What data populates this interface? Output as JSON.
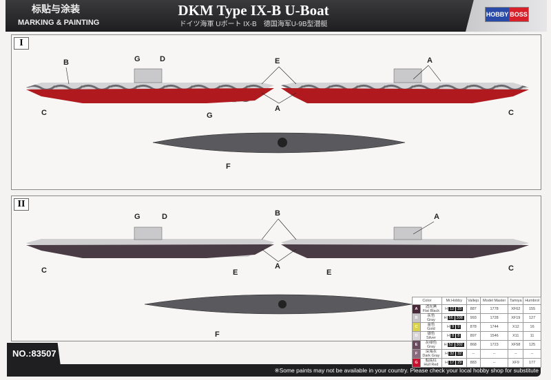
{
  "header": {
    "title_cn": "标贴与涂装",
    "title_en": "MARKING & PAINTING",
    "title": "DKM Type IX-B U-Boat",
    "subtitle": "ドイツ海軍 Uボート IX-B　德国海军U-9B型潜艇",
    "logo_left": "HOBBY",
    "logo_right": "BOSS"
  },
  "sections": [
    {
      "label": "I",
      "callouts": [
        "B",
        "G",
        "D",
        "E",
        "A",
        "C",
        "G",
        "A",
        "C",
        "F"
      ]
    },
    {
      "label": "II",
      "callouts": [
        "G",
        "D",
        "B",
        "A",
        "C",
        "E",
        "A",
        "E",
        "C",
        "F"
      ]
    }
  ],
  "colors": {
    "hull_red": "#b01a1f",
    "camo_grey": "#c9c9cc",
    "dark_hull": "#4a3c45",
    "deck": "#5a5a5e"
  },
  "paint_table": {
    "headers": [
      "Color",
      "Mr.Hobby",
      "Vallejo",
      "Model Master",
      "Tamiya",
      "Humbrol"
    ],
    "rows": [
      {
        "key": "A",
        "swatch": "#4a2a3a",
        "cn": "消光黑",
        "en": "Flat Black",
        "mrhobby": [
          "12",
          "33"
        ],
        "vallejo": "887",
        "model_master": "1778",
        "tamiya": "XF62",
        "humbrol": "155"
      },
      {
        "key": "B",
        "swatch": "#c8c4c8",
        "cn": "灰色",
        "en": "Gray",
        "mrhobby": [
          "56",
          "308"
        ],
        "vallejo": "993",
        "model_master": "1728",
        "tamiya": "XF19",
        "humbrol": "127"
      },
      {
        "key": "C",
        "swatch": "#d9d24a",
        "cn": "金色",
        "en": "Gold",
        "mrhobby": [
          "9",
          "9"
        ],
        "vallejo": "878",
        "model_master": "1744",
        "tamiya": "X12",
        "humbrol": "16"
      },
      {
        "key": "D",
        "swatch": "#d8d4d8",
        "cn": "银色",
        "en": "Silver",
        "mrhobby": [
          "8",
          "8"
        ],
        "vallejo": "897",
        "model_master": "1546",
        "tamiya": "X11",
        "humbrol": "11"
      },
      {
        "key": "E",
        "swatch": "#6a4a5e",
        "cn": "灰绿色",
        "en": "Gray",
        "mrhobby": [
          "52",
          "302"
        ],
        "vallejo": "868",
        "model_master": "1723",
        "tamiya": "XF58",
        "humbrol": "125"
      },
      {
        "key": "F",
        "swatch": "#8a6a7c",
        "cn": "深海灰",
        "en": "Dark Gray",
        "mrhobby": [
          "32",
          "32"
        ],
        "vallejo": "--",
        "model_master": "--",
        "tamiya": "--",
        "humbrol": "--"
      },
      {
        "key": "G",
        "swatch": "#c8102e",
        "cn": "船底红",
        "en": "Hull Red",
        "mrhobby": [
          "17",
          "29"
        ],
        "vallejo": "883",
        "model_master": "--",
        "tamiya": "XF9",
        "humbrol": "177"
      }
    ]
  },
  "footer": {
    "number": "NO.:83507",
    "note": "※Some paints may not be available in your country. Please check your local hobby shop for substitute"
  }
}
